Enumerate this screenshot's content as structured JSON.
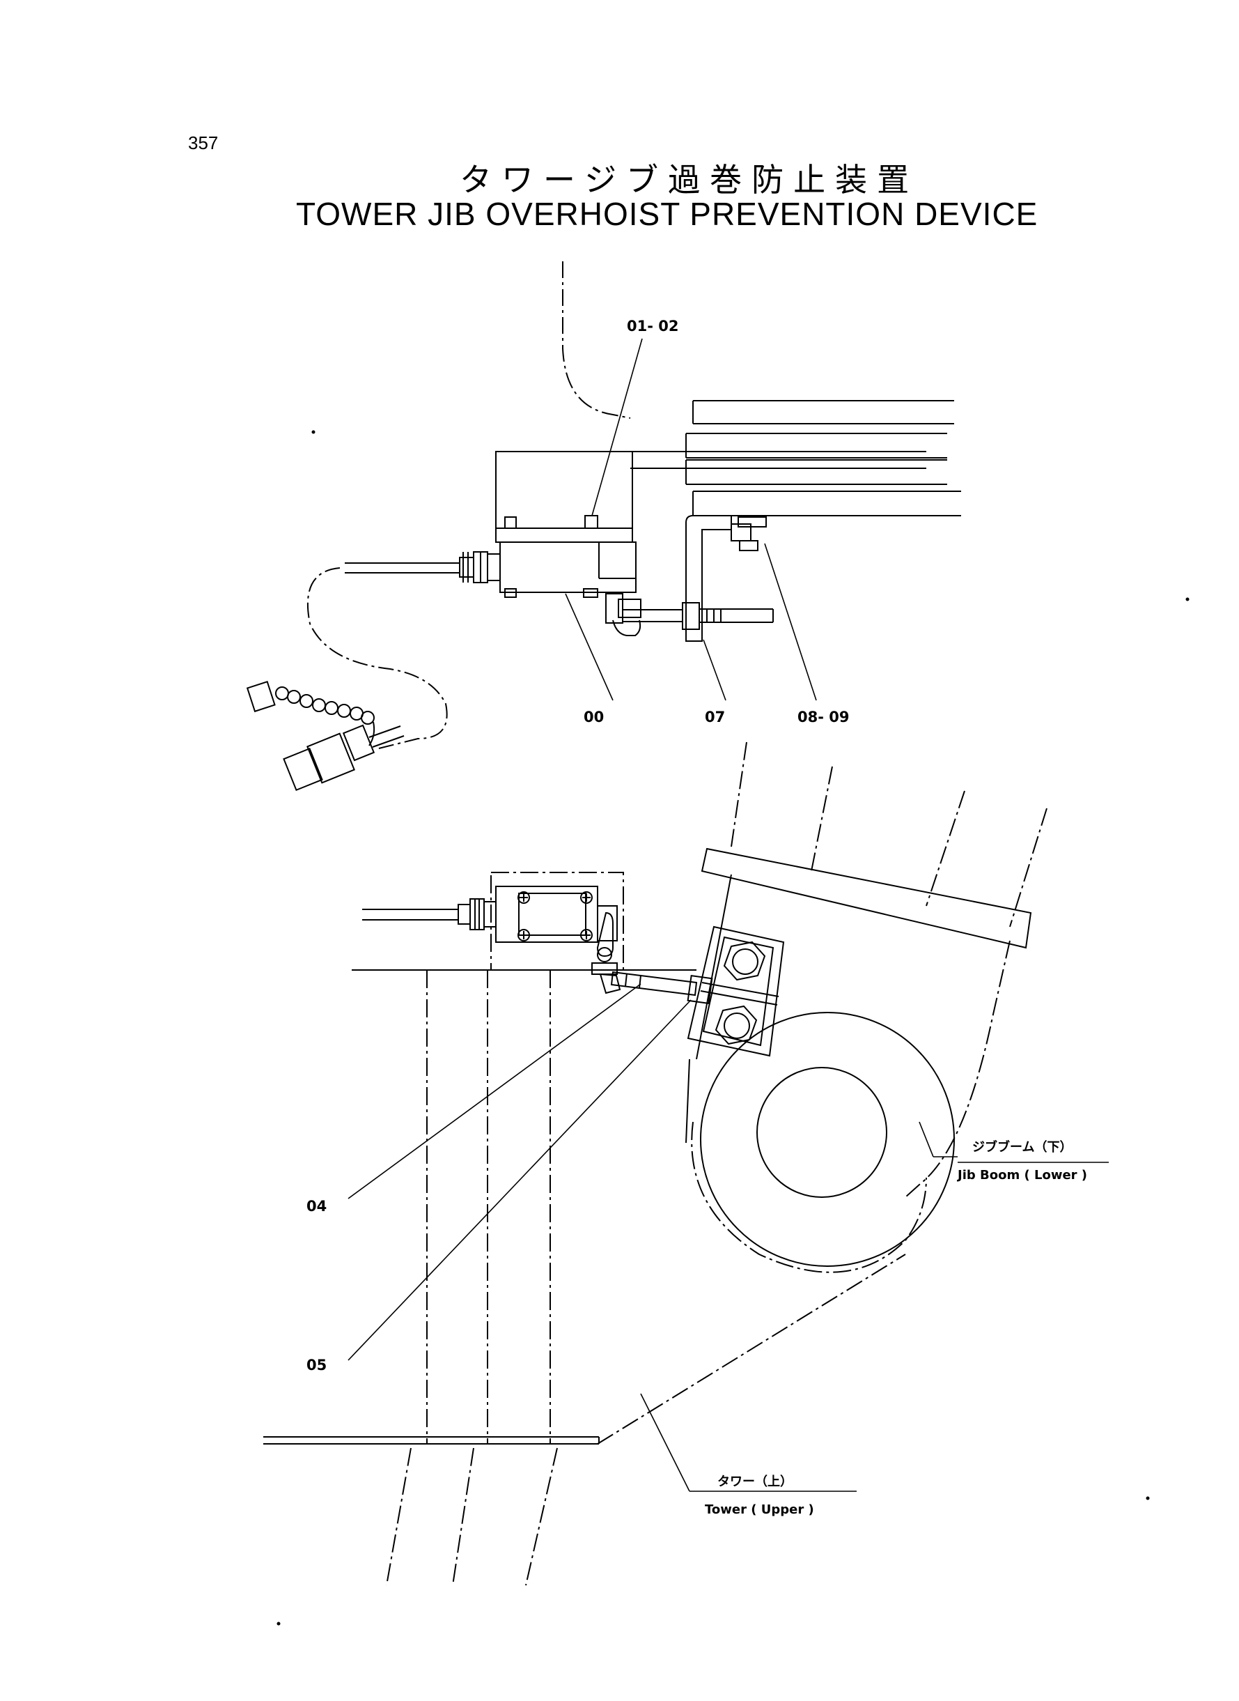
{
  "page": {
    "number": "357"
  },
  "title": {
    "japanese": "タワージブ過巻防止装置",
    "english": "TOWER JIB OVERHOIST PREVENTION DEVICE"
  },
  "callouts": {
    "c0102": "01- 02",
    "c00": "00",
    "c07": "07",
    "c0809": "08- 09",
    "c04": "04",
    "c05": "05"
  },
  "labels": {
    "jib_boom_jp": "ジブブーム（下）",
    "jib_boom_en": "Jib Boom ( Lower )",
    "tower_jp": "タワー（上）",
    "tower_en": "Tower ( Upper )"
  }
}
